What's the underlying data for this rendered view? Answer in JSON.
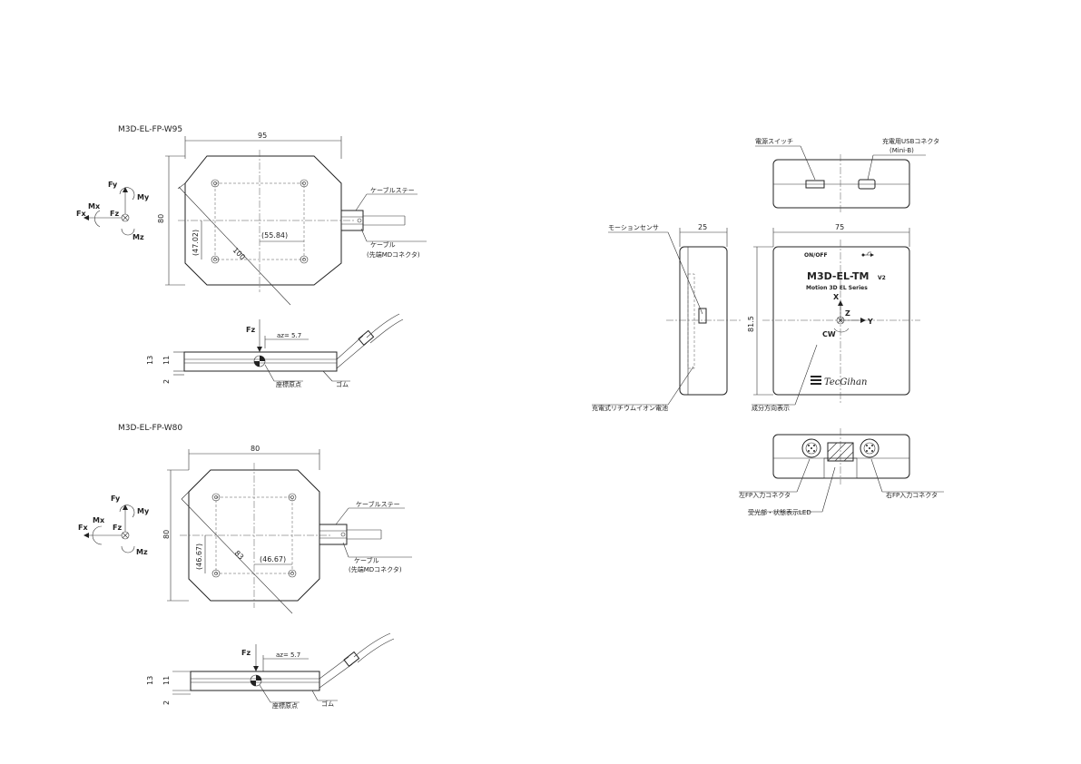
{
  "w95": {
    "model": "M3D-EL-FP-W95",
    "width": "95",
    "height": "80",
    "pitch_v": "(47.02)",
    "pitch_h": "(55.84)",
    "diag": "100",
    "cable_stay": "ケーブルステー",
    "cable": "ケーブル",
    "cable_note": "(先端MDコネクタ)",
    "fz": "Fz",
    "az": "az= 5.7",
    "h13": "13",
    "h11": "11",
    "h2": "2",
    "origin": "座標原点",
    "rubber": "ゴム"
  },
  "w80": {
    "model": "M3D-EL-FP-W80",
    "width": "80",
    "height": "80",
    "pitch_v": "(46.67)",
    "pitch_h": "(46.67)",
    "diag": "83",
    "cable_stay": "ケーブルステー",
    "cable": "ケーブル",
    "cable_note": "(先端MDコネクタ)",
    "fz": "Fz",
    "az": "az= 5.7",
    "h13": "13",
    "h11": "11",
    "h2": "2",
    "origin": "座標原点",
    "rubber": "ゴム"
  },
  "axes": {
    "fy": "Fy",
    "my": "My",
    "mx": "Mx",
    "fx": "Fx",
    "fz": "Fz",
    "mz": "Mz"
  },
  "tm": {
    "power_switch": "電源スイッチ",
    "usb_connector": "充電用USBコネクタ",
    "usb_type": "(Mini-B)",
    "motion_sensor": "モーションセンサ",
    "depth": "25",
    "width": "75",
    "height": "81.5",
    "battery": "充電式リチウムイオン電池",
    "direction": "成分方向表示",
    "onoff": "ON/OFF",
    "usb_symbol": "⭠",
    "brand": "M3D-EL-TM",
    "brand_ver": "V2",
    "series": "Motion 3D EL Series",
    "x": "X",
    "y": "Y",
    "z": "Z",
    "cw": "CW",
    "logo": "TecGihan",
    "left_conn": "左FP入力コネクタ",
    "right_conn": "右FP入力コネクタ",
    "led": "受光部・状態表示LED"
  }
}
